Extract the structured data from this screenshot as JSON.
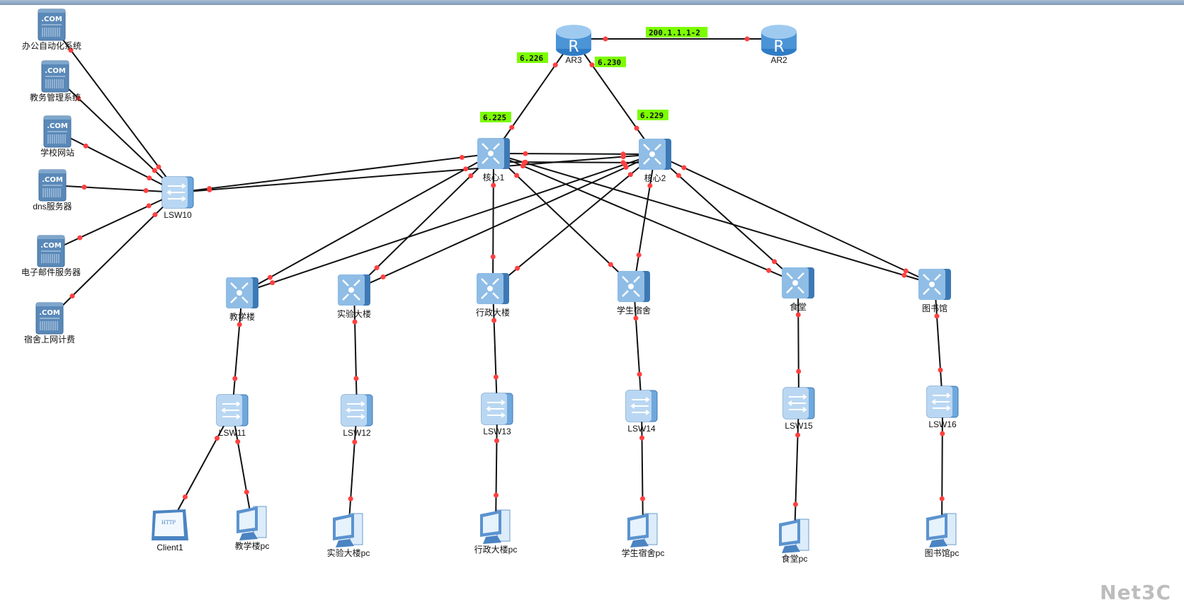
{
  "watermark": "Net3C",
  "colors": {
    "link": "#111111",
    "port": "#ff4040",
    "ip_bg": "#7cfc00",
    "device": "#6aa6dc"
  },
  "devices": [
    {
      "id": "srv1",
      "type": "server",
      "label": "办公自动化系统"
    },
    {
      "id": "srv2",
      "type": "server",
      "label": "教务管理系统"
    },
    {
      "id": "srv3",
      "type": "server",
      "label": "学校网站"
    },
    {
      "id": "srv4",
      "type": "server",
      "label": "dns服务器"
    },
    {
      "id": "srv5",
      "type": "server",
      "label": "电子邮件服务器"
    },
    {
      "id": "srv6",
      "type": "server",
      "label": "宿舍上网计费"
    },
    {
      "id": "lsw10",
      "type": "switch",
      "label": "LSW10"
    },
    {
      "id": "ar3",
      "type": "router",
      "label": "AR3"
    },
    {
      "id": "ar2",
      "type": "router",
      "label": "AR2"
    },
    {
      "id": "core1",
      "type": "l3switch",
      "label": "核心1"
    },
    {
      "id": "core2",
      "type": "l3switch",
      "label": "核心2"
    },
    {
      "id": "d1",
      "type": "l3switch",
      "label": "教学楼"
    },
    {
      "id": "d2",
      "type": "l3switch",
      "label": "实验大楼"
    },
    {
      "id": "d3",
      "type": "l3switch",
      "label": "行政大楼"
    },
    {
      "id": "d4",
      "type": "l3switch",
      "label": "学生宿舍"
    },
    {
      "id": "d5",
      "type": "l3switch",
      "label": "食堂"
    },
    {
      "id": "d6",
      "type": "l3switch",
      "label": "图书馆"
    },
    {
      "id": "lsw11",
      "type": "switch",
      "label": "LSW11"
    },
    {
      "id": "lsw12",
      "type": "switch",
      "label": "LSW12"
    },
    {
      "id": "lsw13",
      "type": "switch",
      "label": "LSW13"
    },
    {
      "id": "lsw14",
      "type": "switch",
      "label": "LSW14"
    },
    {
      "id": "lsw15",
      "type": "switch",
      "label": "LSW15"
    },
    {
      "id": "lsw16",
      "type": "switch",
      "label": "LSW16"
    },
    {
      "id": "client1",
      "type": "client",
      "label": "Client1"
    },
    {
      "id": "pc1",
      "type": "pc",
      "label": "教学楼pc"
    },
    {
      "id": "pc2",
      "type": "pc",
      "label": "实验大楼pc"
    },
    {
      "id": "pc3",
      "type": "pc",
      "label": "行政大楼pc"
    },
    {
      "id": "pc4",
      "type": "pc",
      "label": "学生宿舍pc"
    },
    {
      "id": "pc5",
      "type": "pc",
      "label": "食堂pc"
    },
    {
      "id": "pc6",
      "type": "pc",
      "label": "图书馆pc"
    }
  ],
  "links": [
    [
      "srv1",
      "lsw10"
    ],
    [
      "srv2",
      "lsw10"
    ],
    [
      "srv3",
      "lsw10"
    ],
    [
      "srv4",
      "lsw10"
    ],
    [
      "srv5",
      "lsw10"
    ],
    [
      "srv6",
      "lsw10"
    ],
    [
      "lsw10",
      "core1"
    ],
    [
      "lsw10",
      "core2"
    ],
    [
      "ar3",
      "ar2"
    ],
    [
      "ar3",
      "core1"
    ],
    [
      "ar3",
      "core2"
    ],
    [
      "core1",
      "core2"
    ],
    [
      "core1",
      "core2"
    ],
    [
      "core1",
      "d1"
    ],
    [
      "core2",
      "d1"
    ],
    [
      "core1",
      "d2"
    ],
    [
      "core2",
      "d2"
    ],
    [
      "core1",
      "d3"
    ],
    [
      "core2",
      "d3"
    ],
    [
      "core1",
      "d4"
    ],
    [
      "core2",
      "d4"
    ],
    [
      "core1",
      "d5"
    ],
    [
      "core2",
      "d5"
    ],
    [
      "core1",
      "d6"
    ],
    [
      "core2",
      "d6"
    ],
    [
      "d1",
      "lsw11"
    ],
    [
      "d2",
      "lsw12"
    ],
    [
      "d3",
      "lsw13"
    ],
    [
      "d4",
      "lsw14"
    ],
    [
      "d5",
      "lsw15"
    ],
    [
      "d6",
      "lsw16"
    ],
    [
      "lsw11",
      "client1"
    ],
    [
      "lsw11",
      "pc1"
    ],
    [
      "lsw12",
      "pc2"
    ],
    [
      "lsw13",
      "pc3"
    ],
    [
      "lsw14",
      "pc4"
    ],
    [
      "lsw15",
      "pc5"
    ],
    [
      "lsw16",
      "pc6"
    ]
  ],
  "ip_labels": [
    {
      "text": "200.1.1.1-2",
      "near": "ar3-ar2"
    },
    {
      "text": "6.226",
      "near": "ar3-core1"
    },
    {
      "text": "6.230",
      "near": "ar3-core2"
    },
    {
      "text": "6.225",
      "near": "core1-ar3"
    },
    {
      "text": "6.229",
      "near": "core2-ar3"
    }
  ]
}
